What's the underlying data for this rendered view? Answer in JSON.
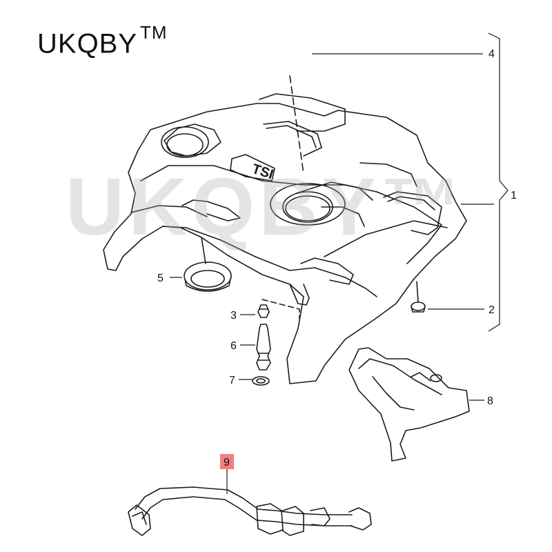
{
  "brand": {
    "name": "UKQBY",
    "trademark": "TM"
  },
  "watermark": {
    "text": "UKQBY™"
  },
  "callouts": {
    "c1": "1",
    "c2": "2",
    "c3": "3",
    "c4": "4",
    "c5": "5",
    "c6": "6",
    "c7": "7",
    "c8": "8",
    "c9": "9"
  },
  "engine_cover": {
    "emblem": "TSI"
  },
  "colors": {
    "line": "#1a1a1a",
    "highlight": "#f08080",
    "watermark": "#aaaaaa"
  }
}
